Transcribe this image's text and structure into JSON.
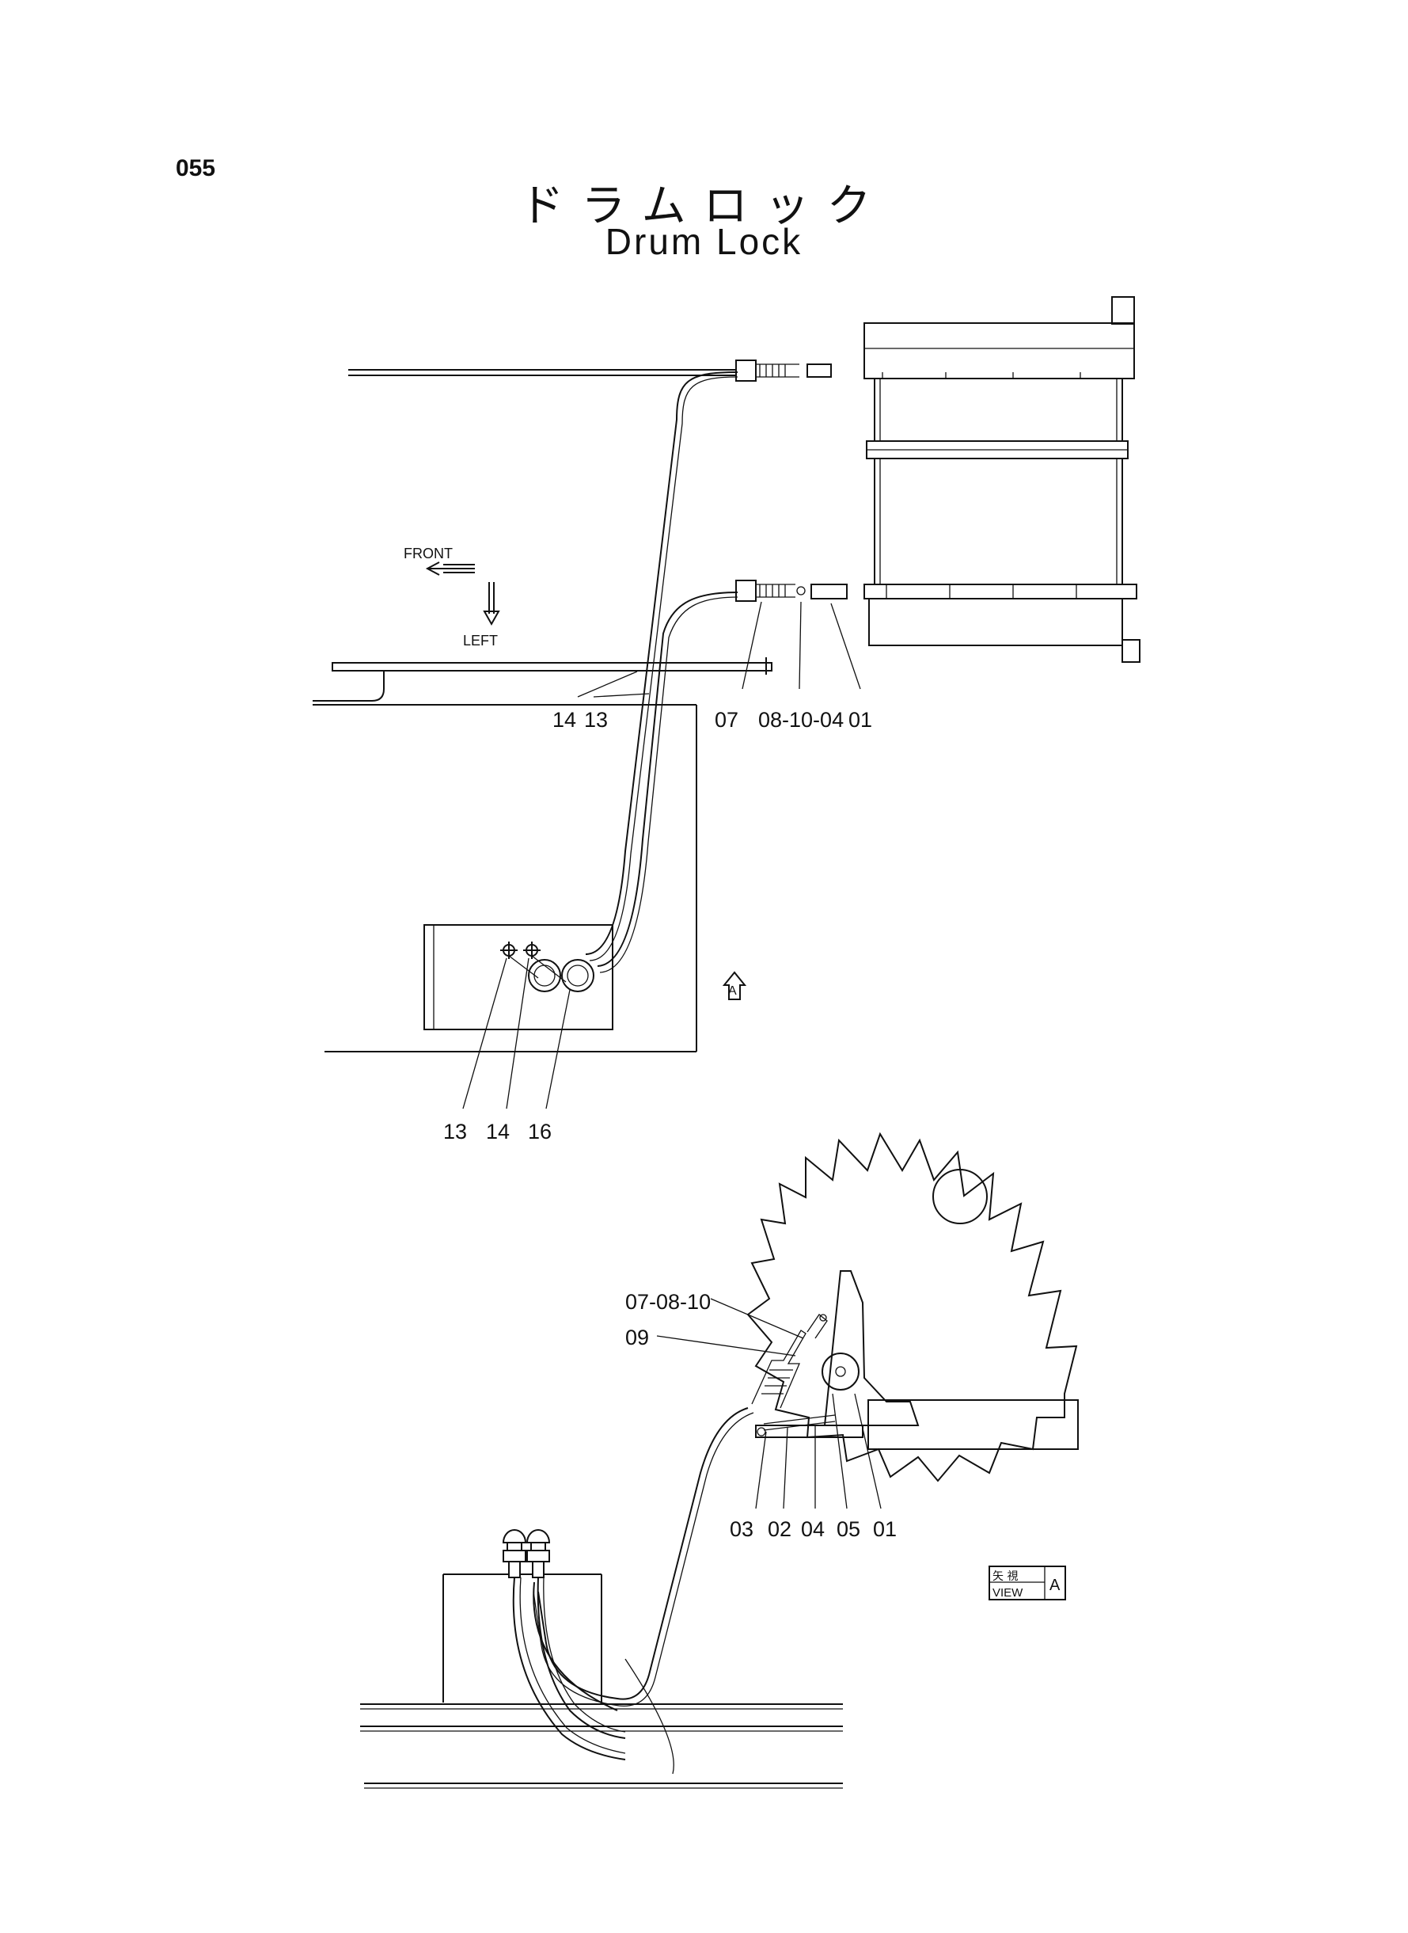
{
  "page": {
    "number": "055",
    "title_ja": "ドラムロック",
    "title_en": "Drum Lock"
  },
  "top_view": {
    "front_label": "FRONT",
    "left_label": "LEFT",
    "view_marker": "A",
    "callouts": {
      "c14": "14",
      "c13": "13",
      "c07": "07",
      "c08_10_04": "08-10-04",
      "c01": "01",
      "c13b": "13",
      "c14b": "14",
      "c16": "16"
    }
  },
  "view_a": {
    "callouts": {
      "c07_08_10": "07-08-10",
      "c09": "09",
      "c03": "03",
      "c02": "02",
      "c04": "04",
      "c05": "05",
      "c01": "01"
    },
    "view_box_ja": "矢 視",
    "view_box_en": "VIEW",
    "view_box_letter": "A"
  }
}
